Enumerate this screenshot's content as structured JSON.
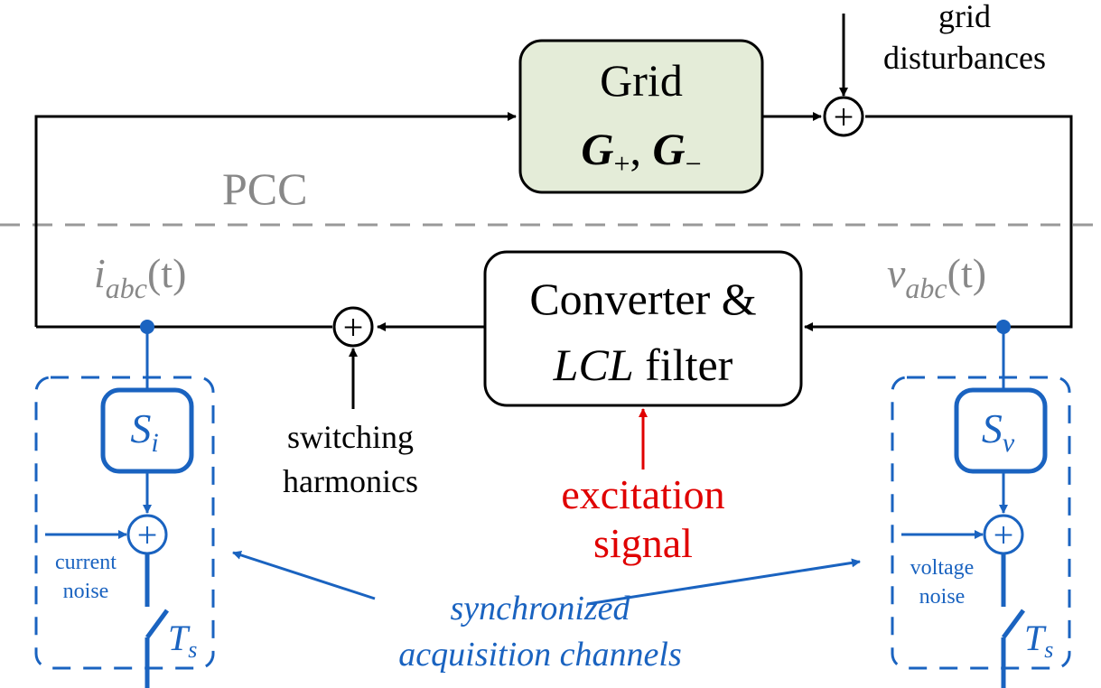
{
  "diagram": {
    "grid_block": {
      "title": "Grid",
      "math_main": "G",
      "sub_plus": "+",
      "separator": ",",
      "sub_minus": "−",
      "fill": "#e4ecd8"
    },
    "converter_block": {
      "line1": "Converter &",
      "line2_math": "LCL",
      "line2_text": "filter"
    },
    "pcc_label": "PCC",
    "current_label": {
      "main": "i",
      "sub": "abc",
      "arg": "(t)"
    },
    "voltage_label": {
      "main": "v",
      "sub": "abc",
      "arg": "(t)"
    },
    "grid_disturbances": {
      "line1": "grid",
      "line2": "disturbances"
    },
    "switching_harmonics": {
      "line1": "switching",
      "line2": "harmonics"
    },
    "excitation_signal": {
      "line1": "excitation",
      "line2": "signal",
      "color": "#e00000"
    },
    "current_channel": {
      "sensor_main": "S",
      "sensor_sub": "i",
      "noise_line1": "current",
      "noise_line2": "noise",
      "sampler_main": "T",
      "sampler_sub": "s"
    },
    "voltage_channel": {
      "sensor_main": "S",
      "sensor_sub": "v",
      "noise_line1": "voltage",
      "noise_line2": "noise",
      "sampler_main": "T",
      "sampler_sub": "s"
    },
    "acquisition_label": {
      "line1": "synchronized",
      "line2": "acquisition channels",
      "color": "#1a63c0"
    },
    "summing_symbol": "+",
    "colors": {
      "wire": "#000000",
      "channel_blue": "#1a63c0",
      "label_gray": "#888888",
      "pcc_dash": "#999999"
    }
  }
}
